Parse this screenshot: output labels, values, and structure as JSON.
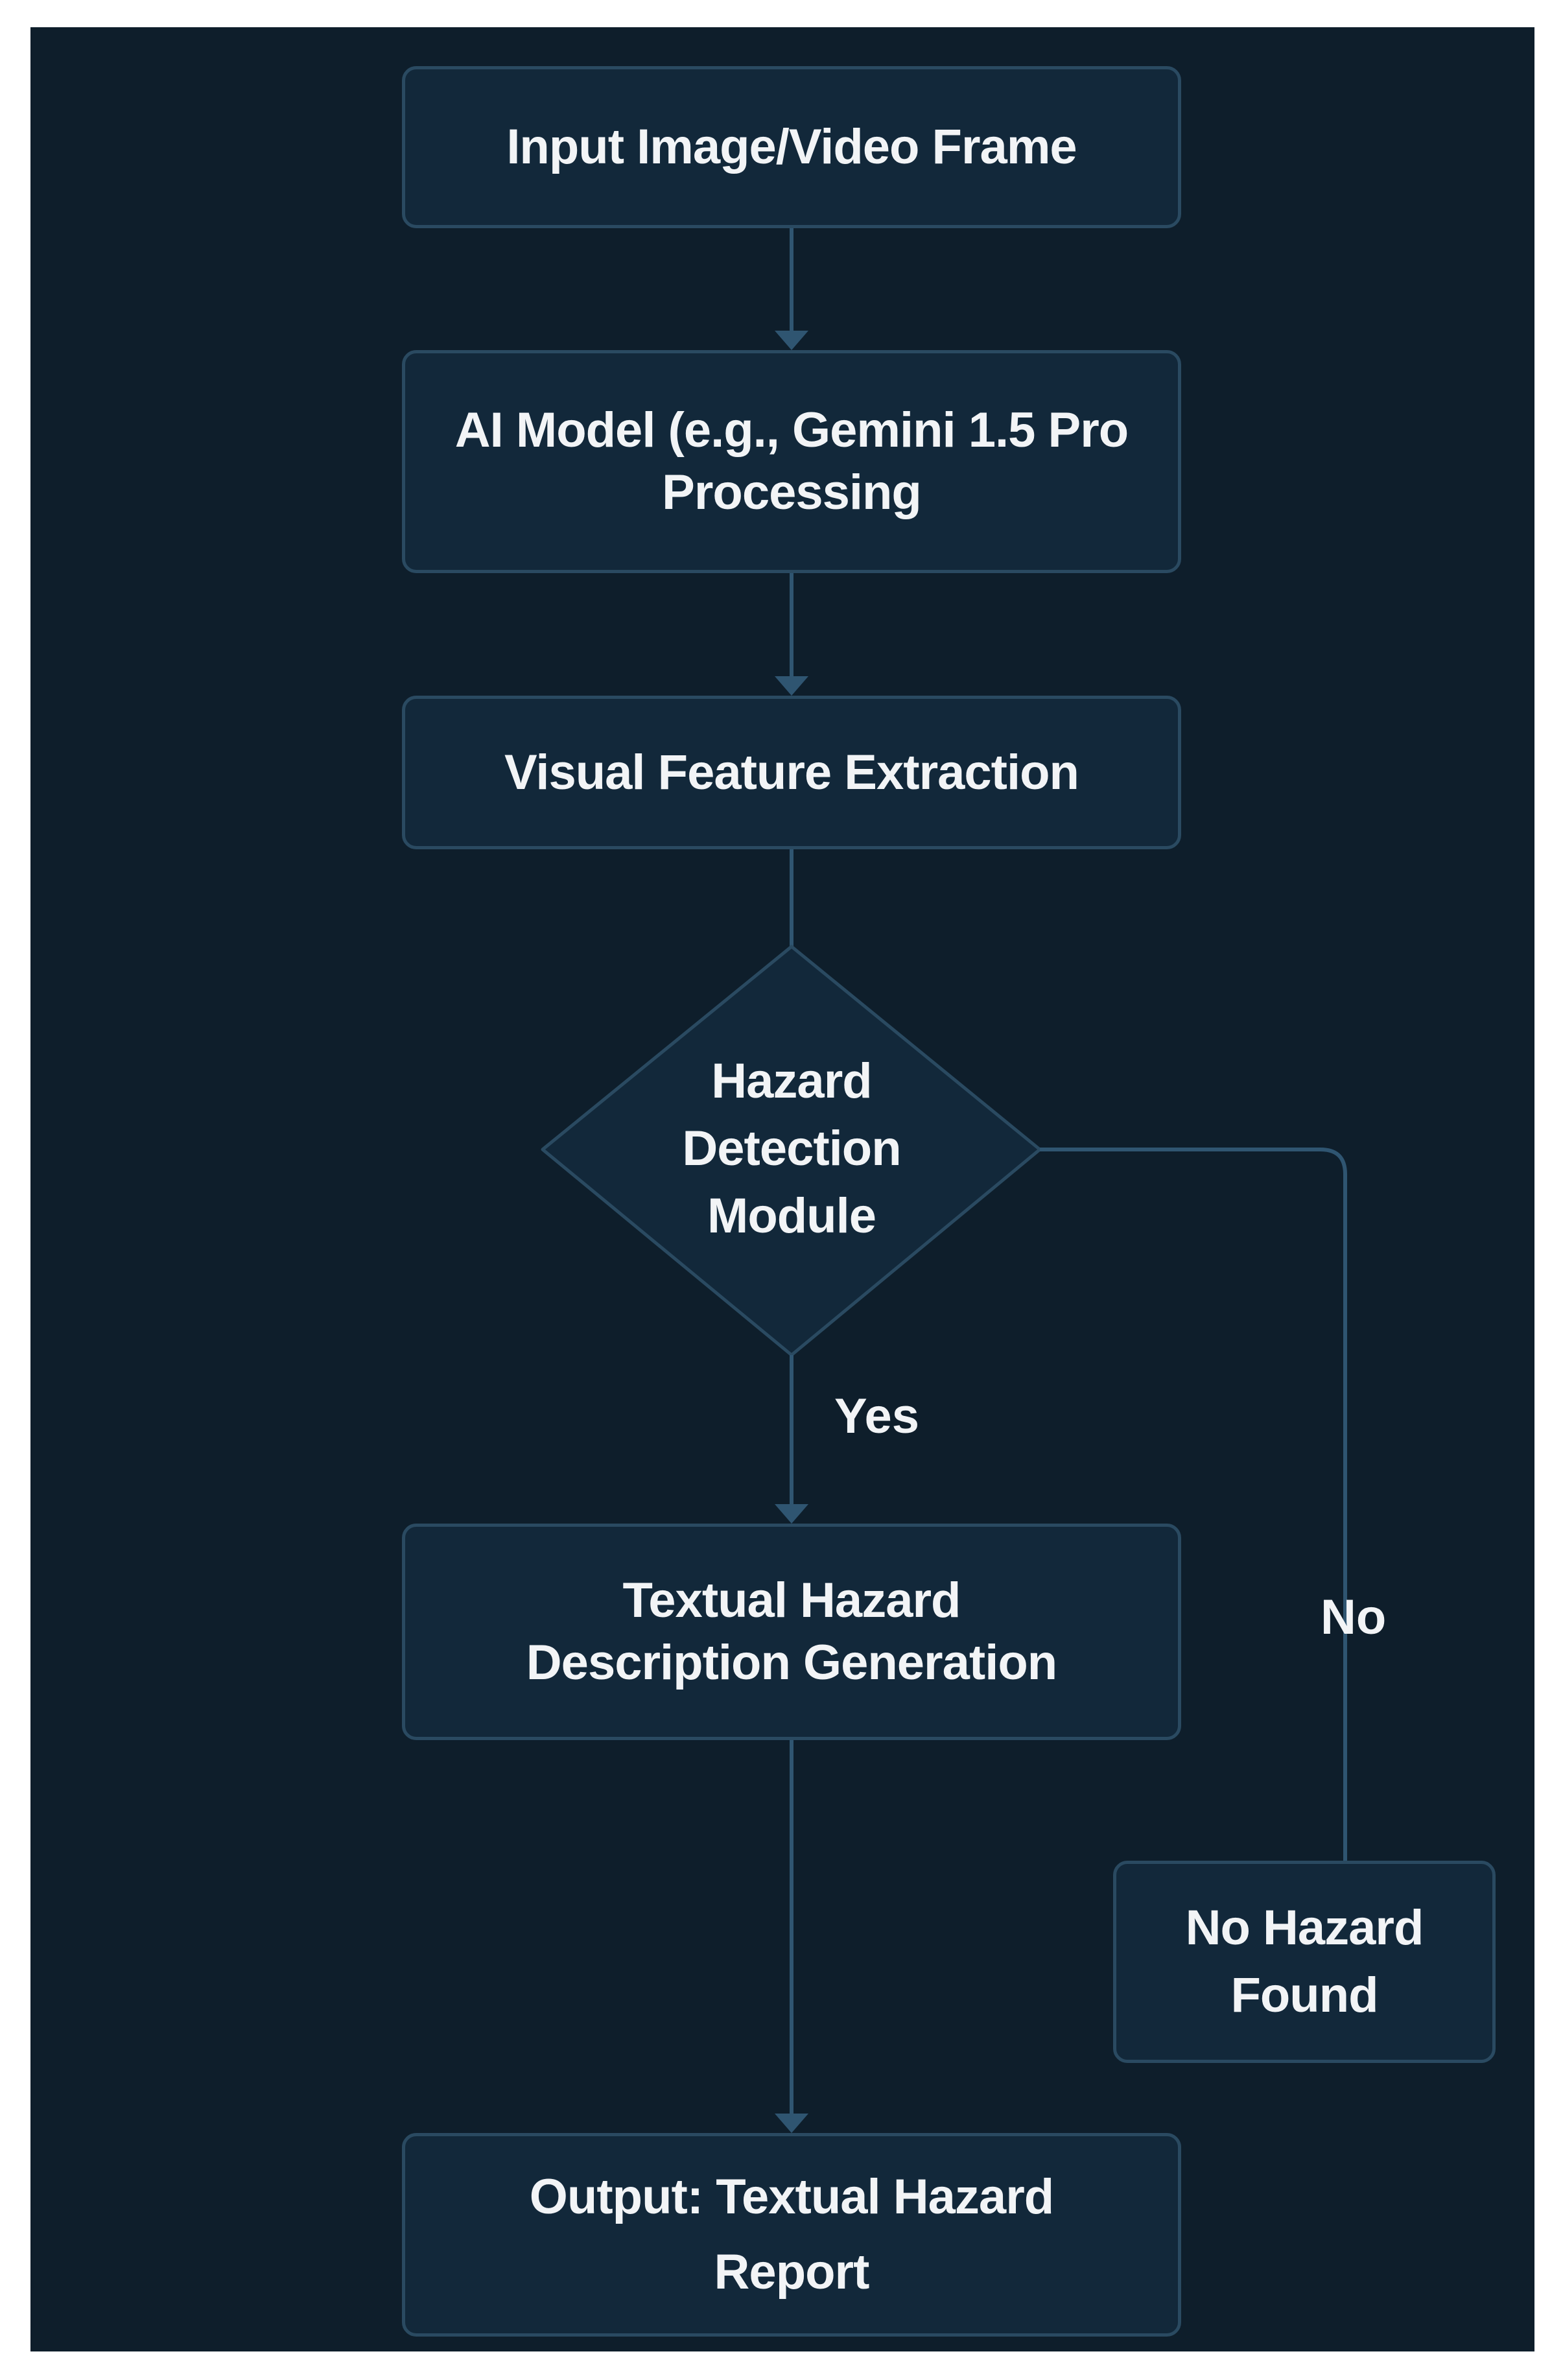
{
  "nodes": {
    "input": {
      "lines": [
        "Input Image/Video Frame"
      ]
    },
    "ai_model": {
      "lines": [
        "AI Model (e.g., Gemini 1.5 Pro",
        "Processing"
      ]
    },
    "feature_extraction": {
      "lines": [
        "Visual Feature Extraction"
      ]
    },
    "hazard_detection": {
      "lines": [
        "Hazard",
        "Detection",
        "Module"
      ]
    },
    "description_generation": {
      "lines": [
        "Textual Hazard",
        "Description Generation"
      ]
    },
    "no_hazard": {
      "lines": [
        "No Hazard",
        "Found"
      ]
    },
    "output": {
      "lines": [
        "Output: Textual Hazard",
        "Report"
      ]
    }
  },
  "edges": {
    "yes_label": "Yes",
    "no_label": "No"
  },
  "colors": {
    "background": "#0e1e2b",
    "node_fill": "#12283a",
    "node_border": "#2a4a61",
    "connector": "#2f5571",
    "text": "#f2f4f6"
  }
}
